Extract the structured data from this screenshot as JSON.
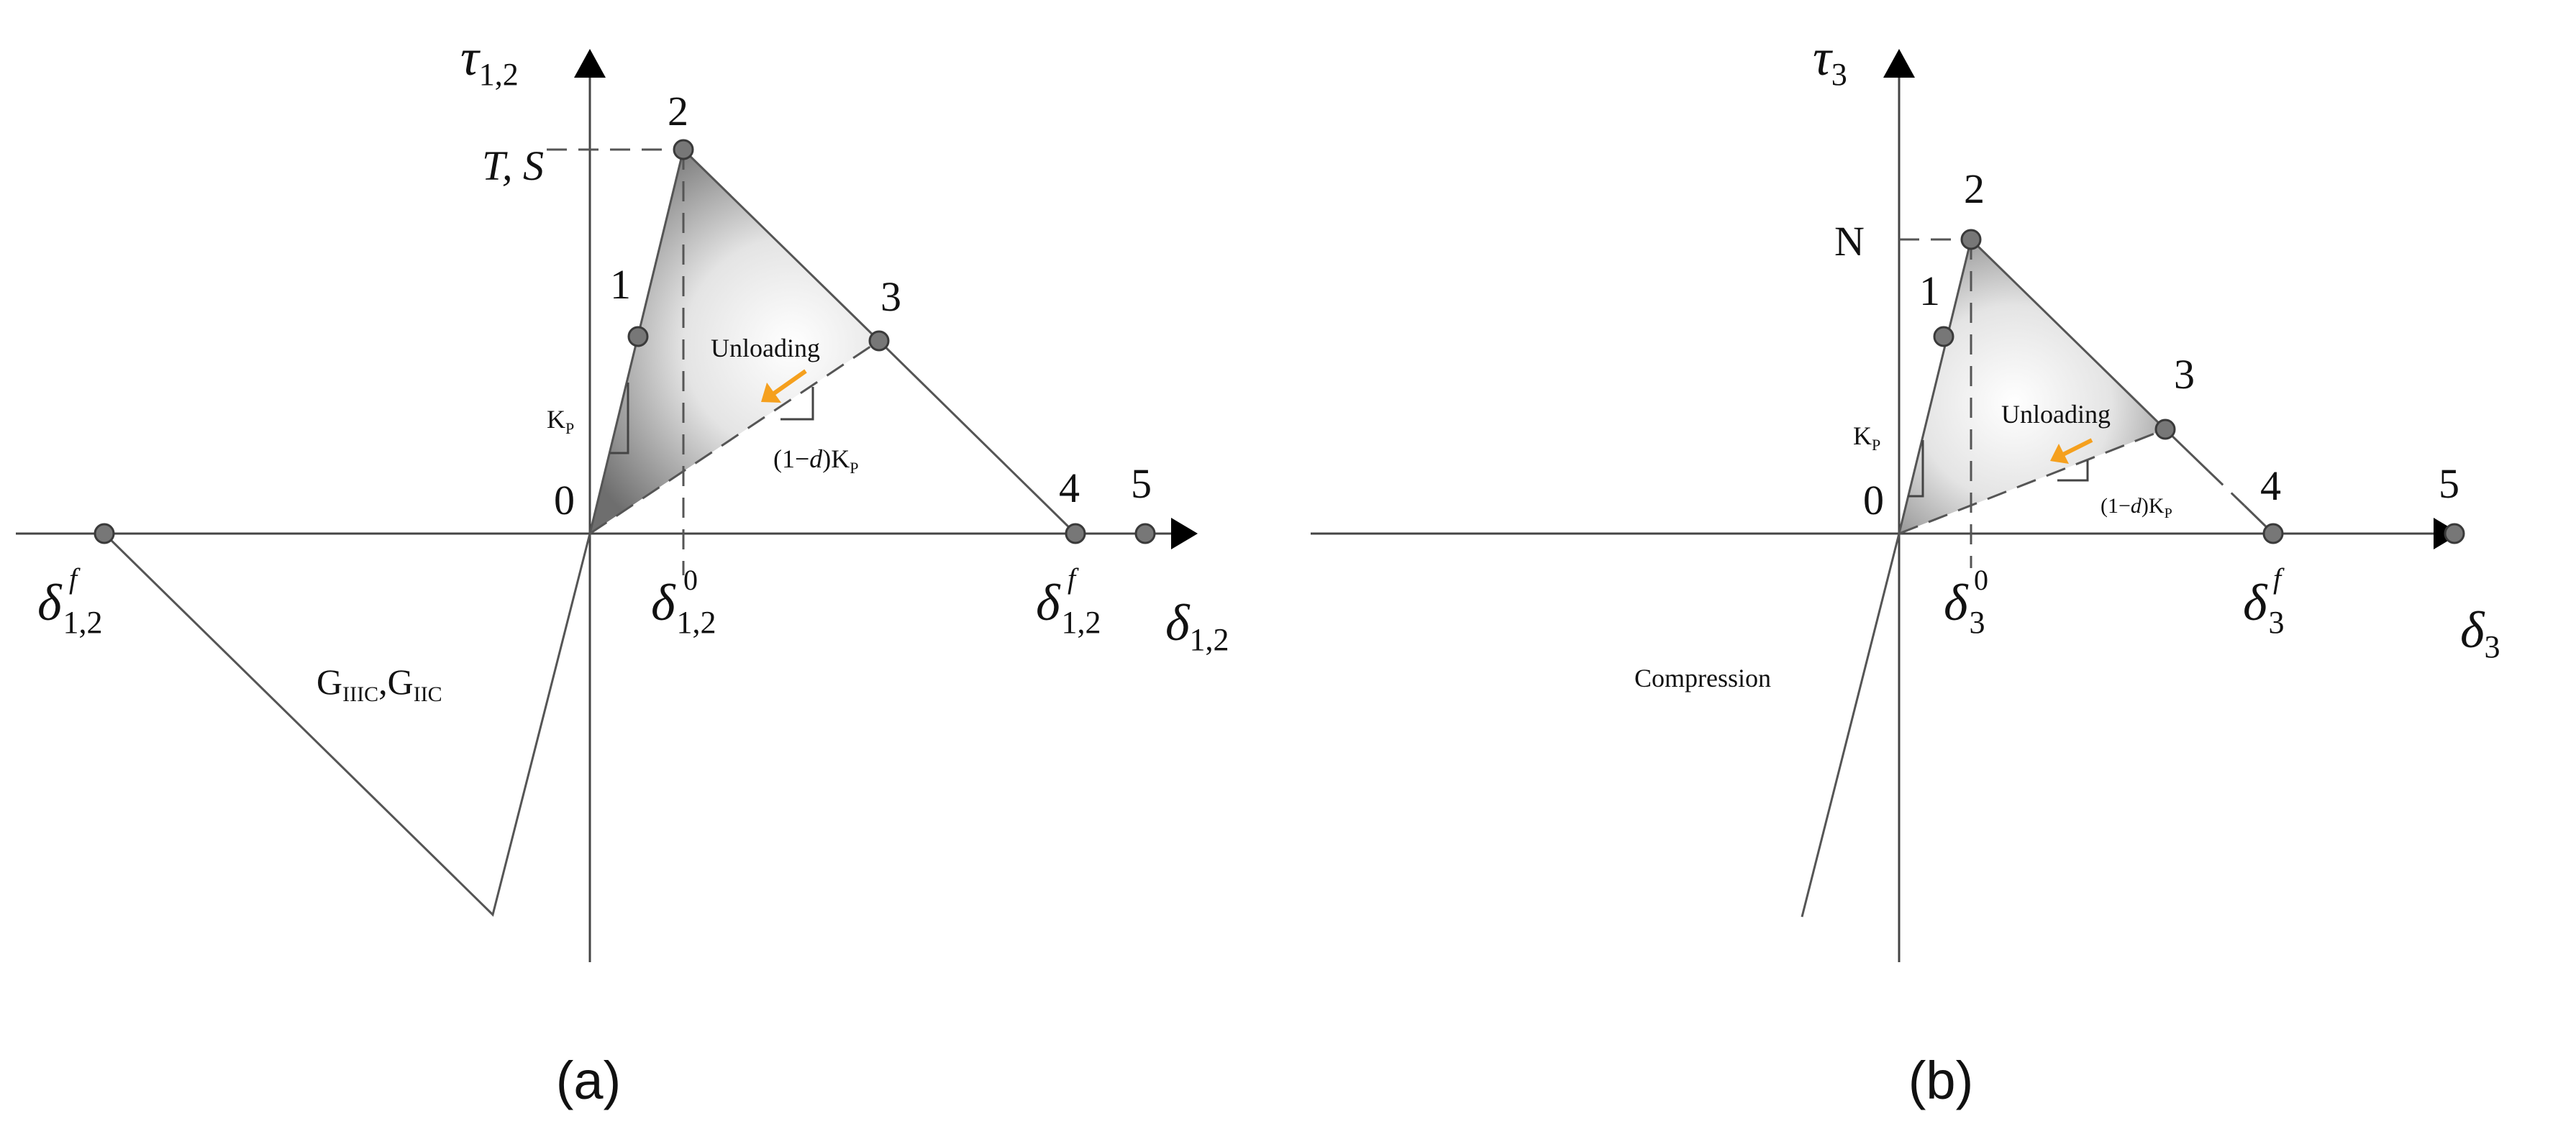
{
  "panel_a": {
    "caption": "(a)",
    "y_axis": {
      "sym": "τ",
      "sub": "1,2"
    },
    "x_axis": {
      "sym": "δ",
      "sub": "1,2"
    },
    "peak_label": "T, S",
    "points": [
      "0",
      "1",
      "2",
      "3",
      "4",
      "5"
    ],
    "delta_zero": {
      "sym": "δ",
      "sub": "1,2",
      "sup": "0"
    },
    "delta_f_pos": {
      "sym": "δ",
      "sub": "1,2",
      "sup": "f"
    },
    "delta_f_neg": {
      "sym": "δ",
      "sub": "1,2",
      "sup": "f"
    },
    "kp": {
      "sym": "K",
      "sub": "P"
    },
    "unloading": "Unloading",
    "degraded": {
      "pre": "(1−",
      "d": "d",
      "post": ")K",
      "sub": "P"
    },
    "energy": {
      "g1": "G",
      "g1sub": "IIIC",
      "sep": ",",
      "g2": "G",
      "g2sub": "IIC"
    }
  },
  "panel_b": {
    "caption": "(b)",
    "y_axis": {
      "sym": "τ",
      "sub": "3"
    },
    "x_axis": {
      "sym": "δ",
      "sub": "3"
    },
    "peak_label": "N",
    "points": [
      "0",
      "1",
      "2",
      "3",
      "4",
      "5"
    ],
    "delta_zero": {
      "sym": "δ",
      "sub": "3",
      "sup": "0"
    },
    "delta_f": {
      "sym": "δ",
      "sub": "3",
      "sup": "f"
    },
    "kp": {
      "sym": "K",
      "sub": "P"
    },
    "unloading": "Unloading",
    "degraded": {
      "pre": "(1−",
      "d": "d",
      "post": ")K",
      "sub": "P"
    },
    "compression": "Compression"
  },
  "colors": {
    "curve": "#555555",
    "axis": "#444444",
    "marker": "#777777",
    "arrow": "#f5a01e"
  }
}
